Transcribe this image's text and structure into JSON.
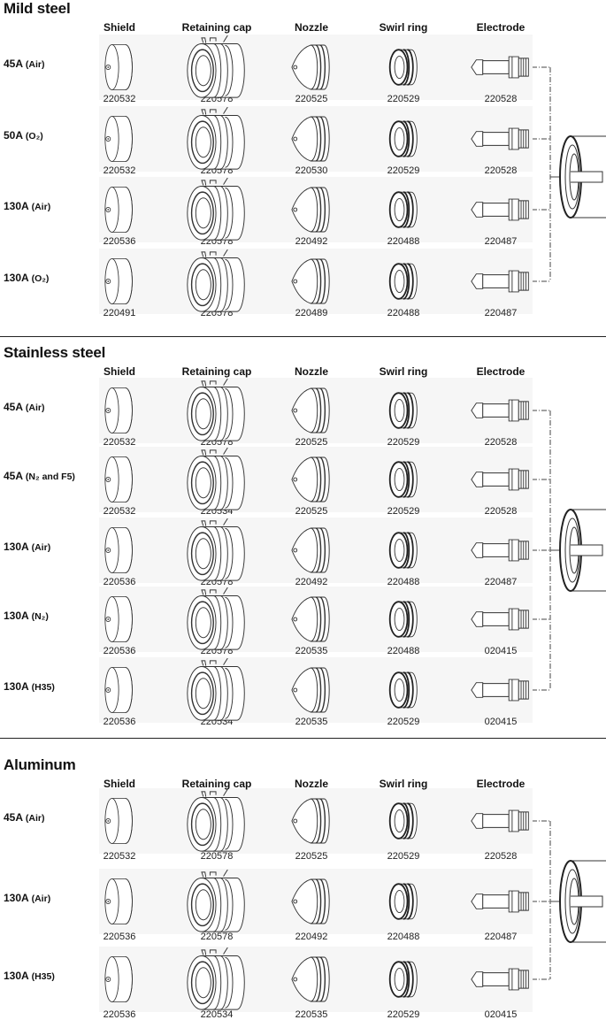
{
  "sections": [
    {
      "title": "Mild steel",
      "columns": [
        "Shield",
        "Retaining cap",
        "Nozzle",
        "Swirl ring",
        "Electrode"
      ],
      "rows": [
        {
          "amps": "45A",
          "gas": "(Air)",
          "parts": [
            "220532",
            "220578",
            "220525",
            "220529",
            "220528"
          ]
        },
        {
          "amps": "50A",
          "gas": "(O₂)",
          "parts": [
            "220532",
            "220578",
            "220530",
            "220529",
            "220528"
          ]
        },
        {
          "amps": "130A",
          "gas": "(Air)",
          "parts": [
            "220536",
            "220578",
            "220492",
            "220488",
            "220487"
          ]
        },
        {
          "amps": "130A",
          "gas": "(O₂)",
          "parts": [
            "220491",
            "220578",
            "220489",
            "220488",
            "220487"
          ]
        }
      ]
    },
    {
      "title": "Stainless steel",
      "columns": [
        "Shield",
        "Retaining cap",
        "Nozzle",
        "Swirl ring",
        "Electrode"
      ],
      "rows": [
        {
          "amps": "45A",
          "gas": "(Air)",
          "parts": [
            "220532",
            "220578",
            "220525",
            "220529",
            "220528"
          ]
        },
        {
          "amps": "45A",
          "gas": "(N₂ and F5)",
          "parts": [
            "220532",
            "220534",
            "220525",
            "220529",
            "220528"
          ]
        },
        {
          "amps": "130A",
          "gas": "(Air)",
          "parts": [
            "220536",
            "220578",
            "220492",
            "220488",
            "220487"
          ]
        },
        {
          "amps": "130A",
          "gas": "(N₂)",
          "parts": [
            "220536",
            "220578",
            "220535",
            "220488",
            "020415"
          ]
        },
        {
          "amps": "130A",
          "gas": "(H35)",
          "parts": [
            "220536",
            "220534",
            "220535",
            "220529",
            "020415"
          ]
        }
      ]
    },
    {
      "title": "Aluminum",
      "columns": [
        "Shield",
        "Retaining cap",
        "Nozzle",
        "Swirl ring",
        "Electrode"
      ],
      "rows": [
        {
          "amps": "45A",
          "gas": "(Air)",
          "parts": [
            "220532",
            "220578",
            "220525",
            "220529",
            "220528"
          ]
        },
        {
          "amps": "130A",
          "gas": "(Air)",
          "parts": [
            "220536",
            "220578",
            "220492",
            "220488",
            "220487"
          ]
        },
        {
          "amps": "130A",
          "gas": "(H35)",
          "parts": [
            "220536",
            "220534",
            "220535",
            "220529",
            "020415"
          ]
        }
      ]
    }
  ]
}
